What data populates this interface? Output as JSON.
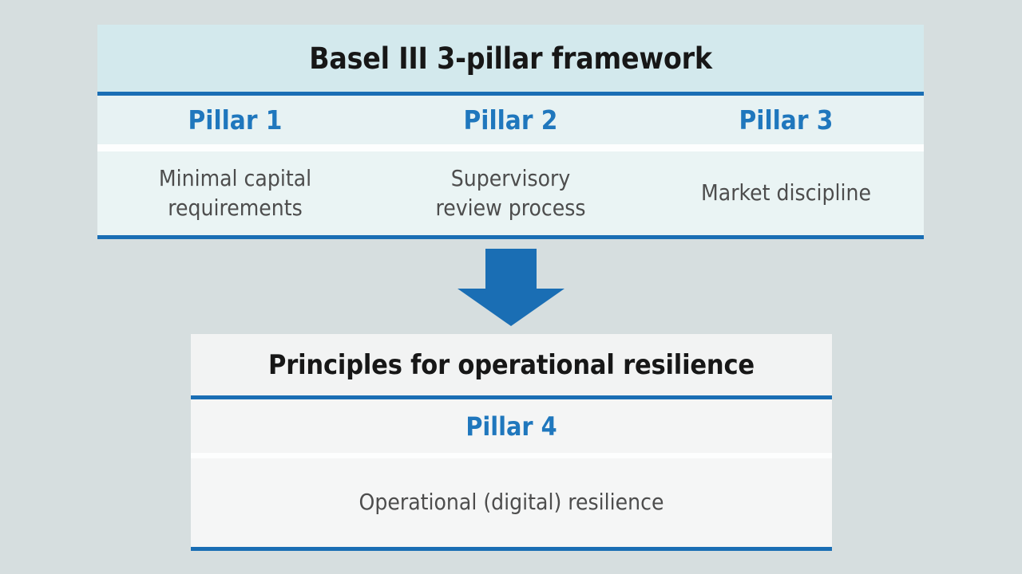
{
  "colors": {
    "page_background": "#d6dedf",
    "accent_blue": "#1a6eb4",
    "pillar_label_blue": "#1f77bd",
    "title_text": "#171717",
    "body_text": "#4d4d4d",
    "framework_title_band": "#d3e9ed",
    "framework_header_band": "#e7f2f3",
    "framework_body_band": "#eaf4f4",
    "resilience_band": "#f4f5f5"
  },
  "framework": {
    "title": "Basel III 3-pillar framework",
    "pillars": [
      {
        "label": "Pillar 1",
        "description": "Minimal capital\nrequirements"
      },
      {
        "label": "Pillar 2",
        "description": "Supervisory\nreview process"
      },
      {
        "label": "Pillar 3",
        "description": "Market discipline"
      }
    ]
  },
  "arrow": {
    "icon": "arrow-down-icon",
    "direction": "down",
    "color": "#1a6eb4"
  },
  "resilience": {
    "title": "Principles for operational resilience",
    "pillar": {
      "label": "Pillar 4",
      "description": "Operational (digital) resilience"
    }
  }
}
